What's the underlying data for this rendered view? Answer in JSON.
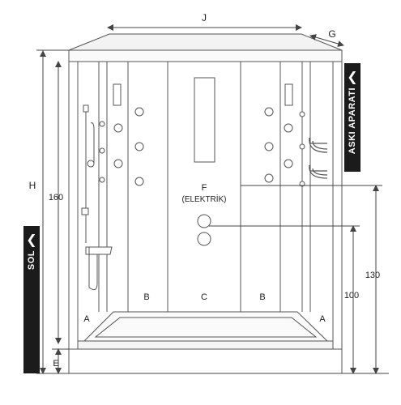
{
  "dimensions": {
    "width_label": "J",
    "depth_label": "G",
    "height_label": "H",
    "height_160": "160",
    "base_label": "E",
    "dim_130": "130",
    "dim_100": "100"
  },
  "panels": {
    "a_left": "A",
    "b_left": "B",
    "c_center": "C",
    "b_right": "B",
    "a_right": "A"
  },
  "center_panel": {
    "title": "F",
    "subtitle": "(ELEKTRİK)"
  },
  "tabs": {
    "hanger": "ASKI APARATI",
    "left": "SOL"
  },
  "colors": {
    "line": "#444444",
    "tab_bg": "#1b1b1b"
  }
}
